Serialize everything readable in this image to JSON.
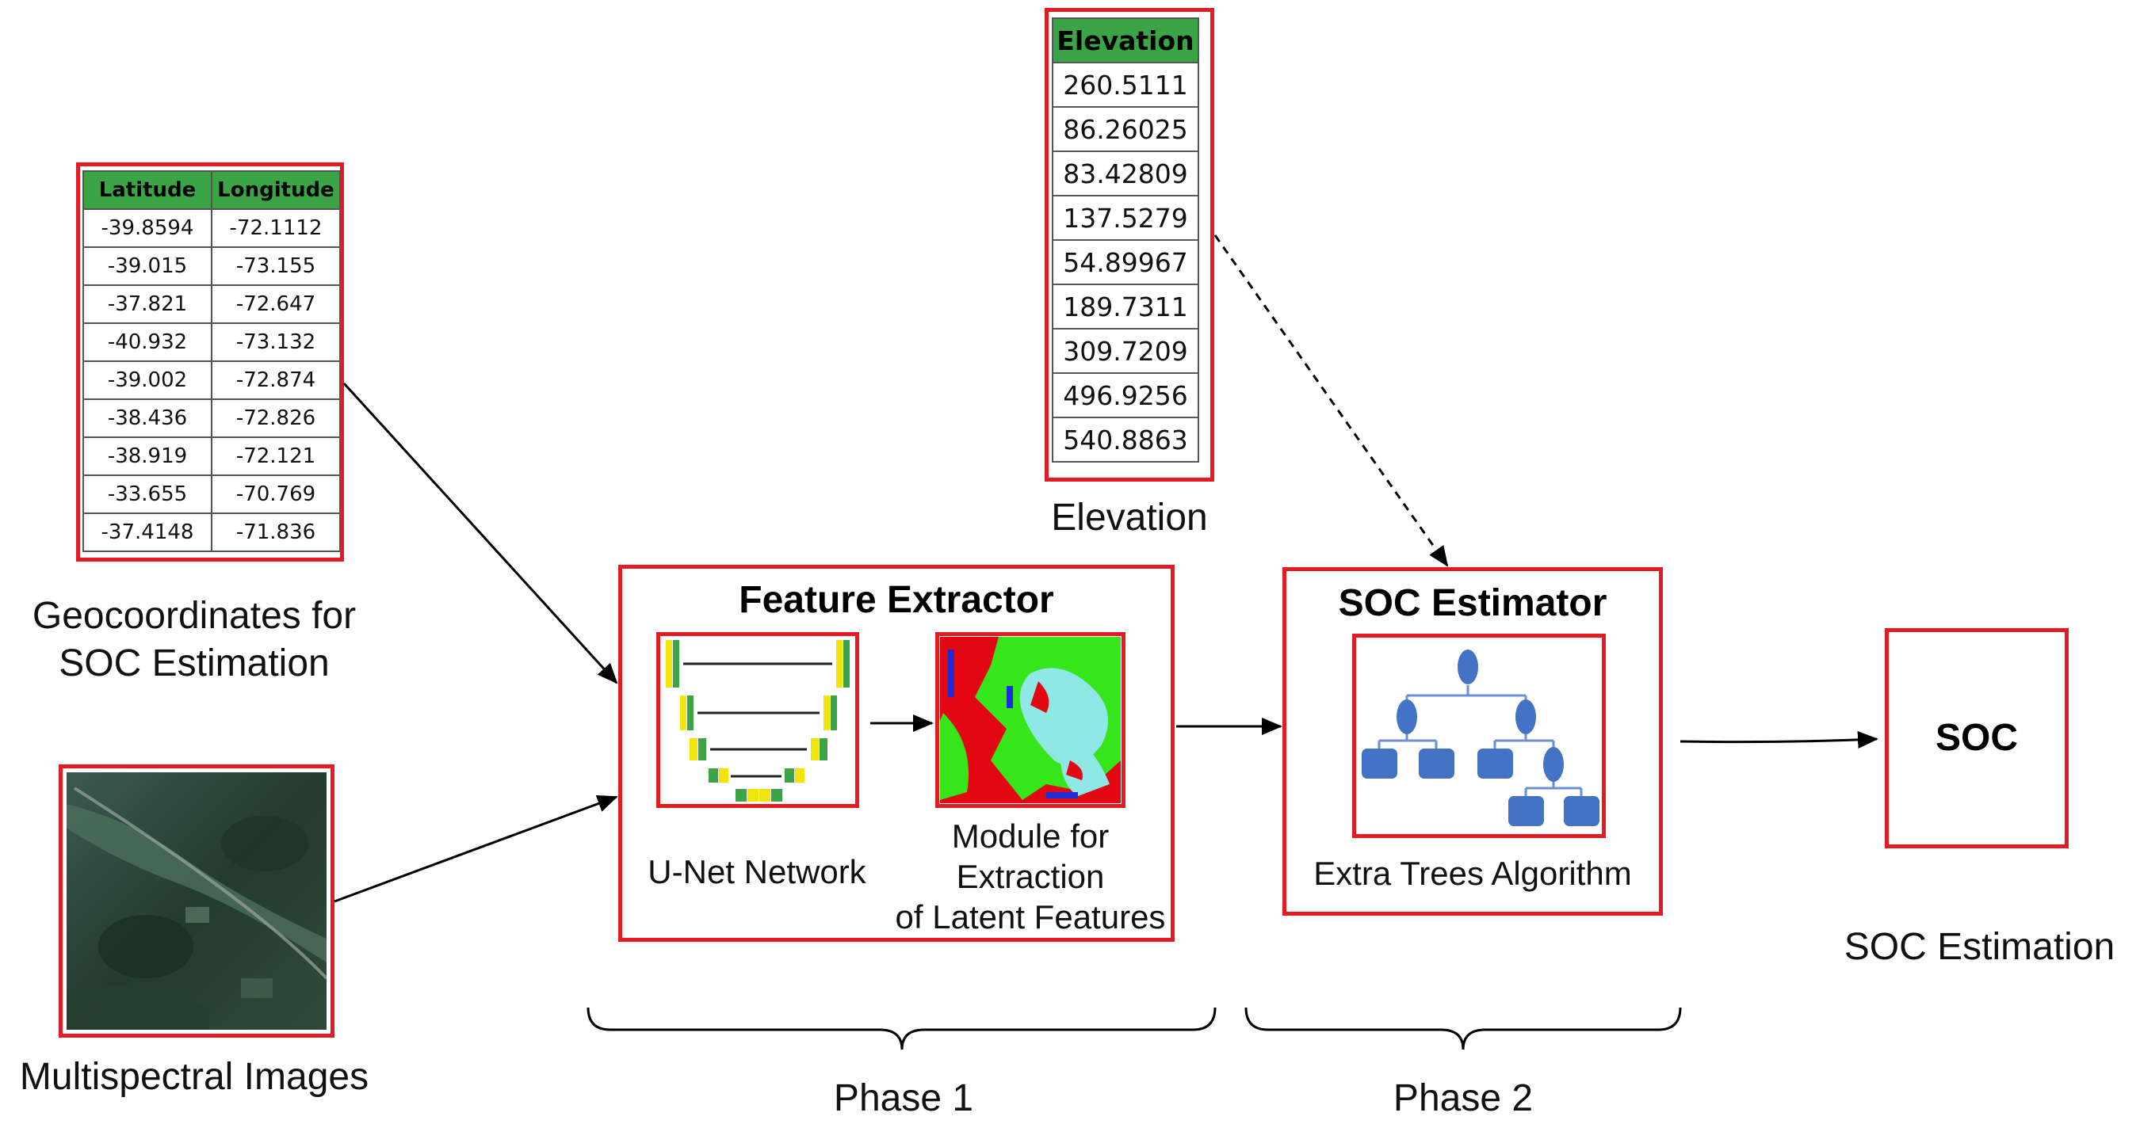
{
  "geo": {
    "headers": [
      "Latitude",
      "Longitude"
    ],
    "rows": [
      [
        "-39.8594",
        "-72.1112"
      ],
      [
        "-39.015",
        "-73.155"
      ],
      [
        "-37.821",
        "-72.647"
      ],
      [
        "-40.932",
        "-73.132"
      ],
      [
        "-39.002",
        "-72.874"
      ],
      [
        "-38.436",
        "-72.826"
      ],
      [
        "-38.919",
        "-72.121"
      ],
      [
        "-33.655",
        "-70.769"
      ],
      [
        "-37.4148",
        "-71.836"
      ]
    ],
    "caption_line1": "Geocoordinates for",
    "caption_line2": "SOC Estimation"
  },
  "elevation": {
    "header": "Elevation",
    "values": [
      "260.5111",
      "86.26025",
      "83.42809",
      "137.5279",
      "54.89967",
      "189.7311",
      "309.7209",
      "496.9256",
      "540.8863"
    ],
    "caption": "Elevation"
  },
  "multispectral": {
    "caption": "Multispectral Images"
  },
  "feature_extractor": {
    "title": "Feature Extractor",
    "unet_label": "U-Net Network",
    "module_line1": "Module for",
    "module_line2": "Extraction",
    "module_line3": "of Latent Features"
  },
  "soc_estimator": {
    "title": "SOC Estimator",
    "algo_label": "Extra Trees Algorithm"
  },
  "output": {
    "box_label": "SOC",
    "caption": "SOC Estimation"
  },
  "phases": {
    "phase1": "Phase 1",
    "phase2": "Phase 2"
  },
  "colors": {
    "accent_red": "#e31b23",
    "table_header_green": "#3aa447",
    "tree_blue": "#4472c4"
  }
}
